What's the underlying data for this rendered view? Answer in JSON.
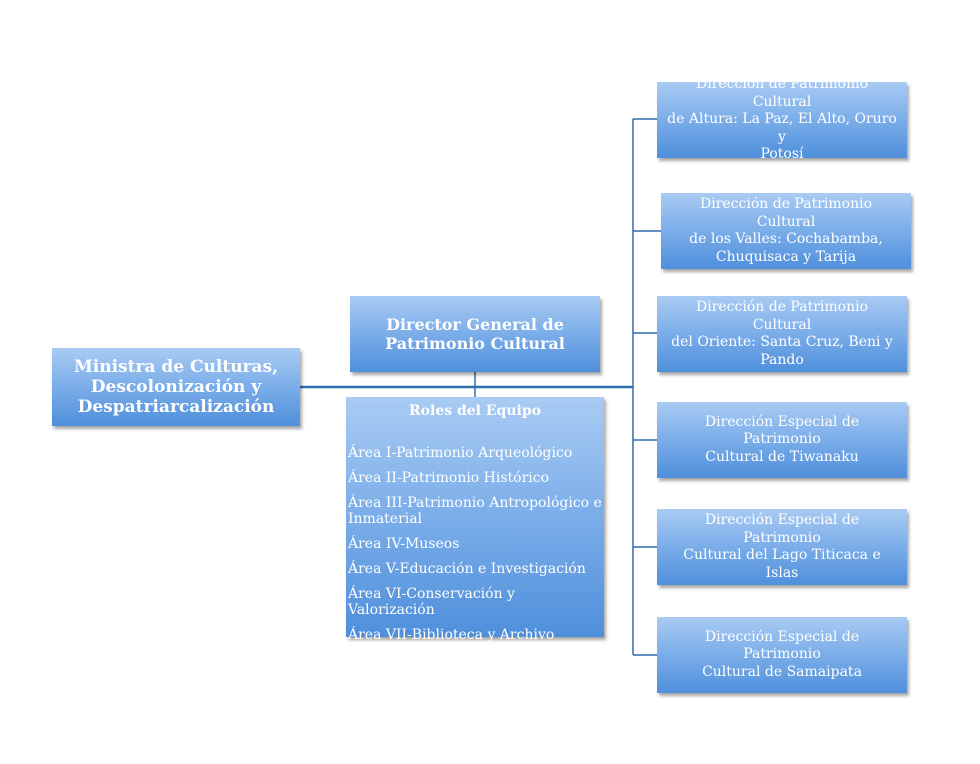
{
  "ministra": {
    "line1": "Ministra de Culturas,",
    "line2": "Descolonización y",
    "line3": "Despatriarcalización"
  },
  "director": {
    "line1": "Director General de",
    "line2": "Patrimonio Cultural"
  },
  "roles": {
    "title": "Roles del Equipo",
    "items": [
      "Área I-Patrimonio Arqueológico",
      "Área II-Patrimonio Histórico",
      "Área III-Patrimonio Antropológico e Inmaterial",
      "Área IV-Museos",
      "Área V-Educación e Investigación",
      "Área VI-Conservación y Valorización",
      "Área VII-Biblioteca y Archivo"
    ]
  },
  "direcciones": [
    {
      "lines": [
        "Dirección de Patrimonio Cultural",
        "de Altura: La Paz, El Alto, Oruro y",
        "Potosí"
      ]
    },
    {
      "lines": [
        "Dirección de Patrimonio Cultural",
        "de los Valles: Cochabamba,",
        "Chuquisaca y Tarija"
      ]
    },
    {
      "lines": [
        "Dirección de Patrimonio Cultural",
        "del Oriente: Santa Cruz, Beni y",
        "Pando"
      ]
    },
    {
      "lines": [
        "Dirección Especial de Patrimonio",
        "Cultural de Tiwanaku"
      ]
    },
    {
      "lines": [
        "Dirección Especial de Patrimonio",
        "Cultural del Lago Titicaca e Islas"
      ]
    },
    {
      "lines": [
        "Dirección Especial de Patrimonio",
        "Cultural de Samaipata"
      ]
    }
  ],
  "colors": {
    "box_top": "#a9cbf3",
    "box_bottom": "#4f8fdb",
    "connector": "#2f6fae",
    "text": "#ffffff"
  }
}
